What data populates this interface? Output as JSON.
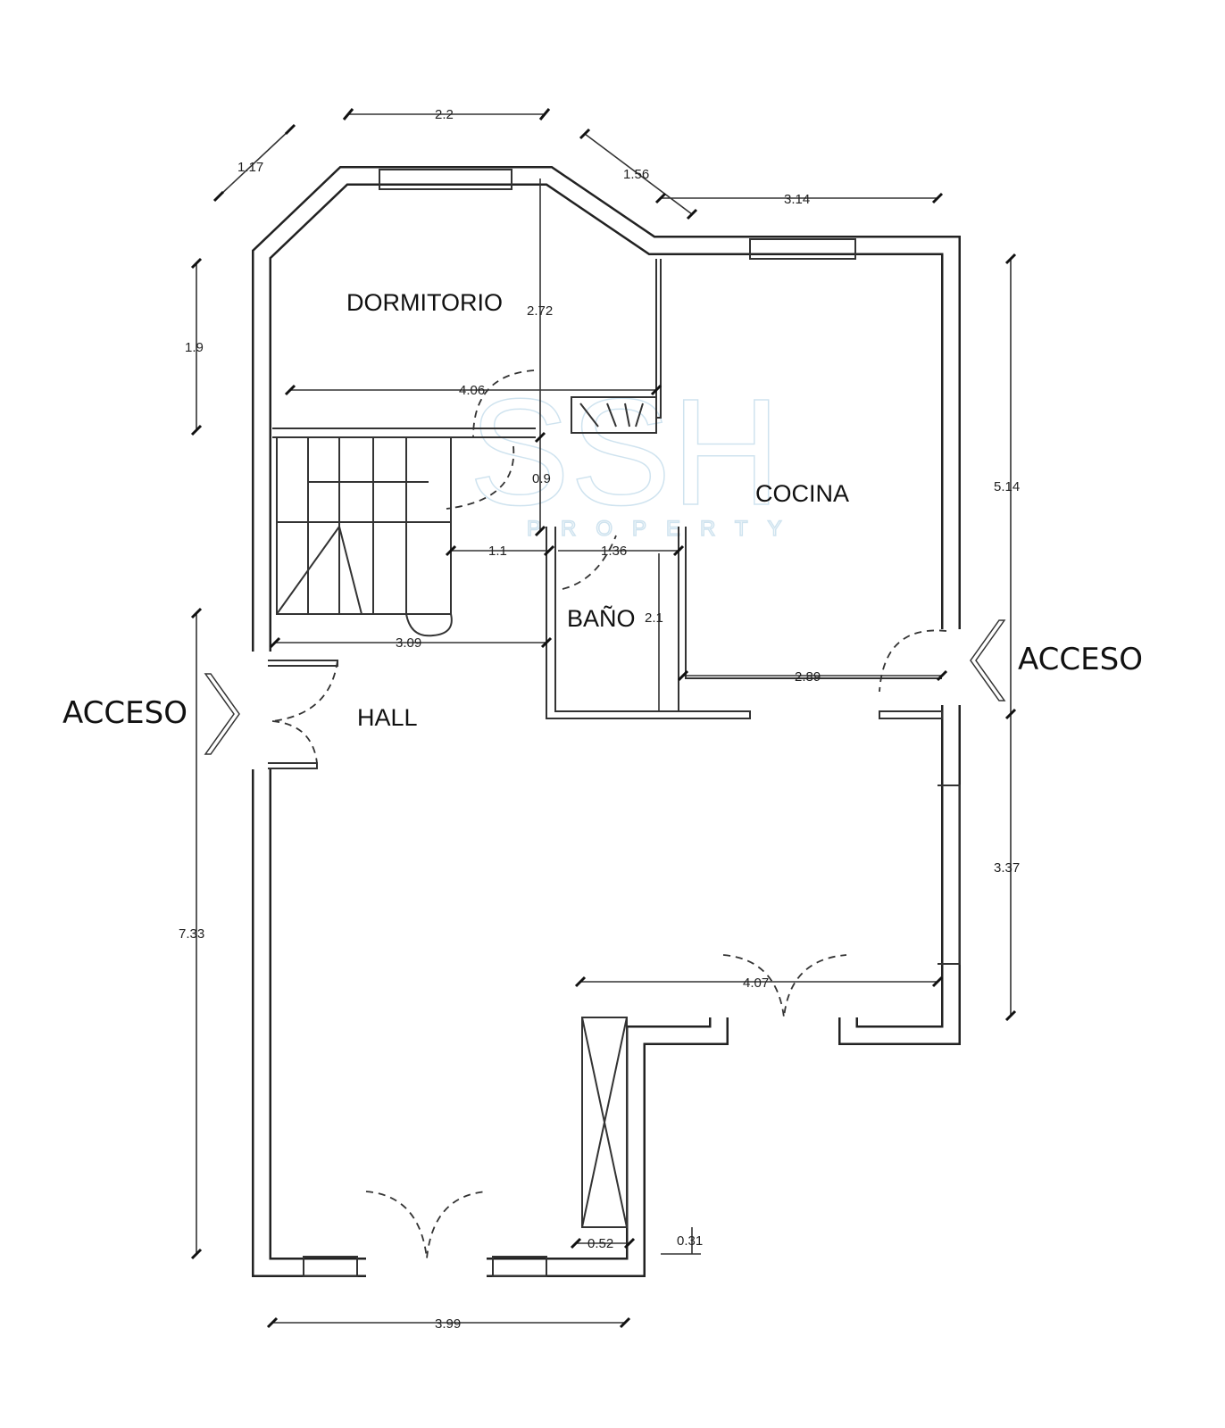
{
  "rooms": {
    "dormitorio": "DORMITORIO",
    "cocina": "COCINA",
    "bano": "BAÑO",
    "hall": "HALL"
  },
  "access": {
    "left": "ACCESO",
    "right": "ACCESO"
  },
  "dimensions": {
    "top_bedroom": "2.2",
    "bedroom_left_diag": "1.17",
    "bedroom_right_diag": "1.56",
    "kitchen_top": "3.14",
    "bedroom_height": "2.72",
    "bedroom_left": "1.9",
    "bedroom_width": "4.06",
    "corridor": "0.9",
    "landing": "1.1",
    "bath_width": "1.36",
    "bath_height": "2.1",
    "stair_width": "3.09",
    "kitchen_width": "2.89",
    "kitchen_height": "5.14",
    "right_lower": "3.37",
    "left_total": "7.33",
    "lower_width": "4.07",
    "pillar": "0.52",
    "wall": "0.31",
    "bottom": "3.99"
  },
  "watermark": {
    "logo": "SSH",
    "sub": "PROPERTY"
  }
}
